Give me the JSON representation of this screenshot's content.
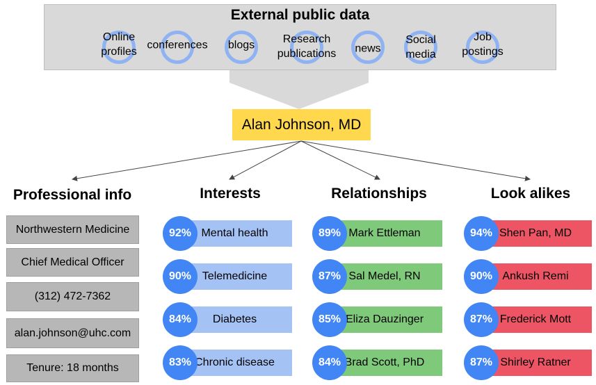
{
  "banner": {
    "title": "External public data",
    "sources": [
      {
        "label": "Online\nprofiles"
      },
      {
        "label": "conferences"
      },
      {
        "label": "blogs"
      },
      {
        "label": "Research\npublications"
      },
      {
        "label": "news"
      },
      {
        "label": "Social\nmedia"
      },
      {
        "label": "Job\npostings"
      }
    ]
  },
  "person": {
    "name": "Alan Johnson, MD"
  },
  "professional": {
    "header": "Professional info",
    "items": [
      "Northwestern Medicine",
      "Chief Medical Officer",
      "(312) 472-7362",
      "alan.johnson@uhc.com",
      "Tenure: 18 months"
    ]
  },
  "interests": {
    "header": "Interests",
    "items": [
      {
        "score": "92%",
        "label": "Mental health"
      },
      {
        "score": "90%",
        "label": "Telemedicine"
      },
      {
        "score": "84%",
        "label": "Diabetes"
      },
      {
        "score": "83%",
        "label": "Chronic disease"
      }
    ]
  },
  "relationships": {
    "header": "Relationships",
    "items": [
      {
        "score": "89%",
        "label": "Mark Ettleman"
      },
      {
        "score": "87%",
        "label": "Sal Medel, RN"
      },
      {
        "score": "85%",
        "label": "Eliza Dauzinger"
      },
      {
        "score": "84%",
        "label": "Brad Scott, PhD"
      }
    ]
  },
  "lookalikes": {
    "header": "Look alikes",
    "items": [
      {
        "score": "94%",
        "label": "Shen Pan, MD"
      },
      {
        "score": "90%",
        "label": "Ankush Remi"
      },
      {
        "score": "87%",
        "label": "Frederick Mott"
      },
      {
        "score": "87%",
        "label": "Shirley Ratner"
      }
    ]
  },
  "colors": {
    "banner_bg": "#d9d9d9",
    "ring": "#8fb3f2",
    "person_bg": "#ffd84d",
    "info_bg": "#b7b7b7",
    "interest_bar": "#a4c2f4",
    "relationship_bar": "#7fca7a",
    "lookalike_bar": "#ee5564",
    "score_circle": "#4285f4"
  }
}
